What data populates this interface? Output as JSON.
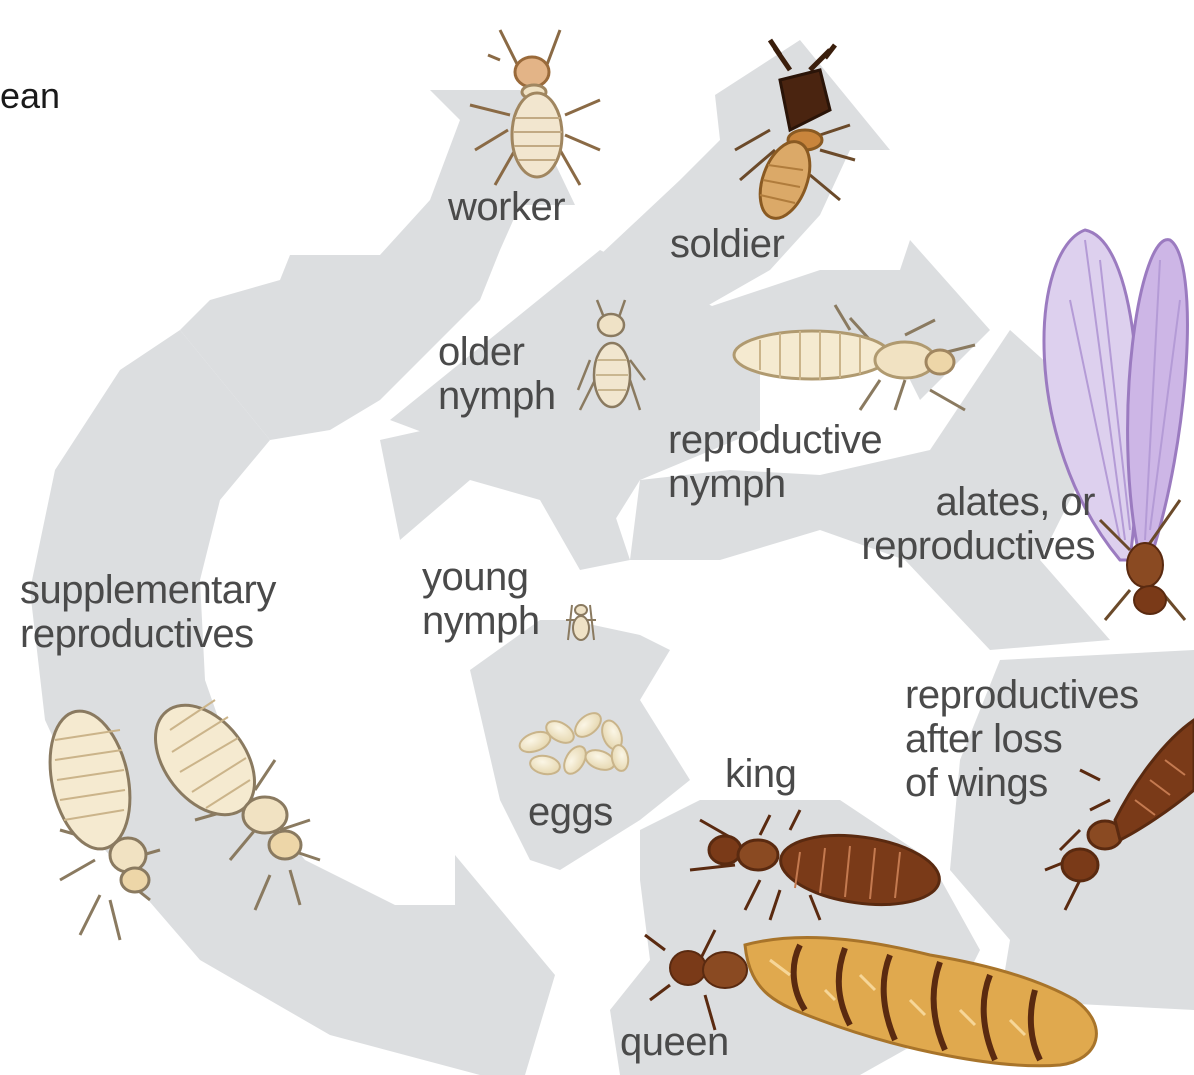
{
  "edge_fragment": "ean",
  "colors": {
    "arrow": "#dcdee0",
    "text": "#4a4a4a",
    "pale_body": "#f2e6c8",
    "brown_body": "#7a3e1e",
    "soldier_head": "#4a2410",
    "wing": "#c9aee0",
    "queen_abdomen": "#e0a94e"
  },
  "labels": {
    "worker": "worker",
    "soldier": "soldier",
    "older_nymph": [
      "older",
      "nymph"
    ],
    "reproductive_nymph": [
      "reproductive",
      "nymph"
    ],
    "alates": [
      "alates, or",
      "reproductives"
    ],
    "supplementary": [
      "supplementary",
      "reproductives"
    ],
    "young_nymph": [
      "young",
      "nymph"
    ],
    "eggs": "eggs",
    "king": "king",
    "dealates": [
      "reproductives",
      "after loss",
      "of wings"
    ],
    "queen": "queen"
  },
  "icons": [
    "worker-termite-icon",
    "soldier-termite-icon",
    "older-nymph-icon",
    "reproductive-nymph-icon",
    "alate-icon",
    "young-nymph-icon",
    "eggs-icon",
    "king-icon",
    "queen-icon",
    "dealate-icon",
    "supplementary-reproductive-icon"
  ]
}
